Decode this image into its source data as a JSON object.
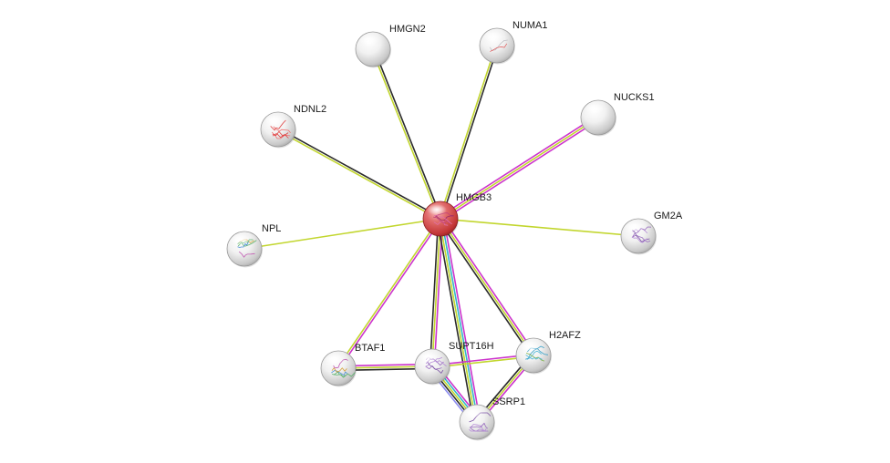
{
  "network": {
    "colors": {
      "neighborhood": "#c2d62e",
      "coexpression": "#2b2b2b",
      "experiments": "#cc33cc",
      "database": "#33b5c9",
      "textmining": "#c2d62e",
      "homology": "#8c8cf0"
    },
    "nodes": [
      {
        "id": "HMGB3",
        "label": "HMGB3",
        "query": true,
        "structure": "pink"
      },
      {
        "id": "HMGN2",
        "label": "HMGN2",
        "query": false,
        "structure": "none"
      },
      {
        "id": "NUMA1",
        "label": "NUMA1",
        "query": false,
        "structure": "thin"
      },
      {
        "id": "NUCKS1",
        "label": "NUCKS1",
        "query": false,
        "structure": "none"
      },
      {
        "id": "NDNL2",
        "label": "NDNL2",
        "query": false,
        "structure": "red"
      },
      {
        "id": "NPL",
        "label": "NPL",
        "query": false,
        "structure": "multi"
      },
      {
        "id": "GM2A",
        "label": "GM2A",
        "query": false,
        "structure": "purple"
      },
      {
        "id": "BTAF1",
        "label": "BTAF1",
        "query": false,
        "structure": "multi"
      },
      {
        "id": "SUPT16H",
        "label": "SUPT16H",
        "query": false,
        "structure": "purple"
      },
      {
        "id": "H2AFZ",
        "label": "H2AFZ",
        "query": false,
        "structure": "cyan"
      },
      {
        "id": "SSRP1",
        "label": "SSRP1",
        "query": false,
        "structure": "purple"
      }
    ],
    "edges": [
      {
        "source": "HMGB3",
        "target": "HMGN2",
        "evidence": [
          "textmining",
          "coexpression"
        ]
      },
      {
        "source": "HMGB3",
        "target": "NUMA1",
        "evidence": [
          "textmining",
          "coexpression"
        ]
      },
      {
        "source": "HMGB3",
        "target": "NUCKS1",
        "evidence": [
          "experiments",
          "textmining",
          "experiments"
        ]
      },
      {
        "source": "HMGB3",
        "target": "NDNL2",
        "evidence": [
          "textmining",
          "coexpression"
        ]
      },
      {
        "source": "HMGB3",
        "target": "NPL",
        "evidence": [
          "textmining"
        ]
      },
      {
        "source": "HMGB3",
        "target": "GM2A",
        "evidence": [
          "textmining"
        ]
      },
      {
        "source": "HMGB3",
        "target": "BTAF1",
        "evidence": [
          "experiments",
          "textmining"
        ]
      },
      {
        "source": "HMGB3",
        "target": "SUPT16H",
        "evidence": [
          "experiments",
          "textmining",
          "coexpression"
        ]
      },
      {
        "source": "HMGB3",
        "target": "H2AFZ",
        "evidence": [
          "experiments",
          "textmining",
          "coexpression"
        ]
      },
      {
        "source": "HMGB3",
        "target": "SSRP1",
        "evidence": [
          "experiments",
          "database",
          "textmining",
          "coexpression"
        ]
      },
      {
        "source": "BTAF1",
        "target": "SUPT16H",
        "evidence": [
          "experiments",
          "textmining",
          "coexpression"
        ]
      },
      {
        "source": "SUPT16H",
        "target": "SSRP1",
        "evidence": [
          "experiments",
          "database",
          "textmining",
          "coexpression",
          "homology"
        ]
      },
      {
        "source": "SUPT16H",
        "target": "H2AFZ",
        "evidence": [
          "experiments",
          "textmining"
        ]
      },
      {
        "source": "H2AFZ",
        "target": "SSRP1",
        "evidence": [
          "experiments",
          "textmining",
          "coexpression"
        ]
      }
    ]
  }
}
